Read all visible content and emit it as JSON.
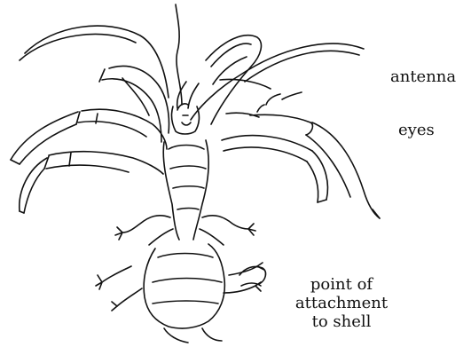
{
  "diagram": {
    "labels": {
      "antenna": "antenna",
      "eyes": "eyes",
      "attachment": [
        "point of",
        "attachment",
        "to shell"
      ]
    },
    "stroke_color": "#111111",
    "background_color": "#ffffff"
  }
}
